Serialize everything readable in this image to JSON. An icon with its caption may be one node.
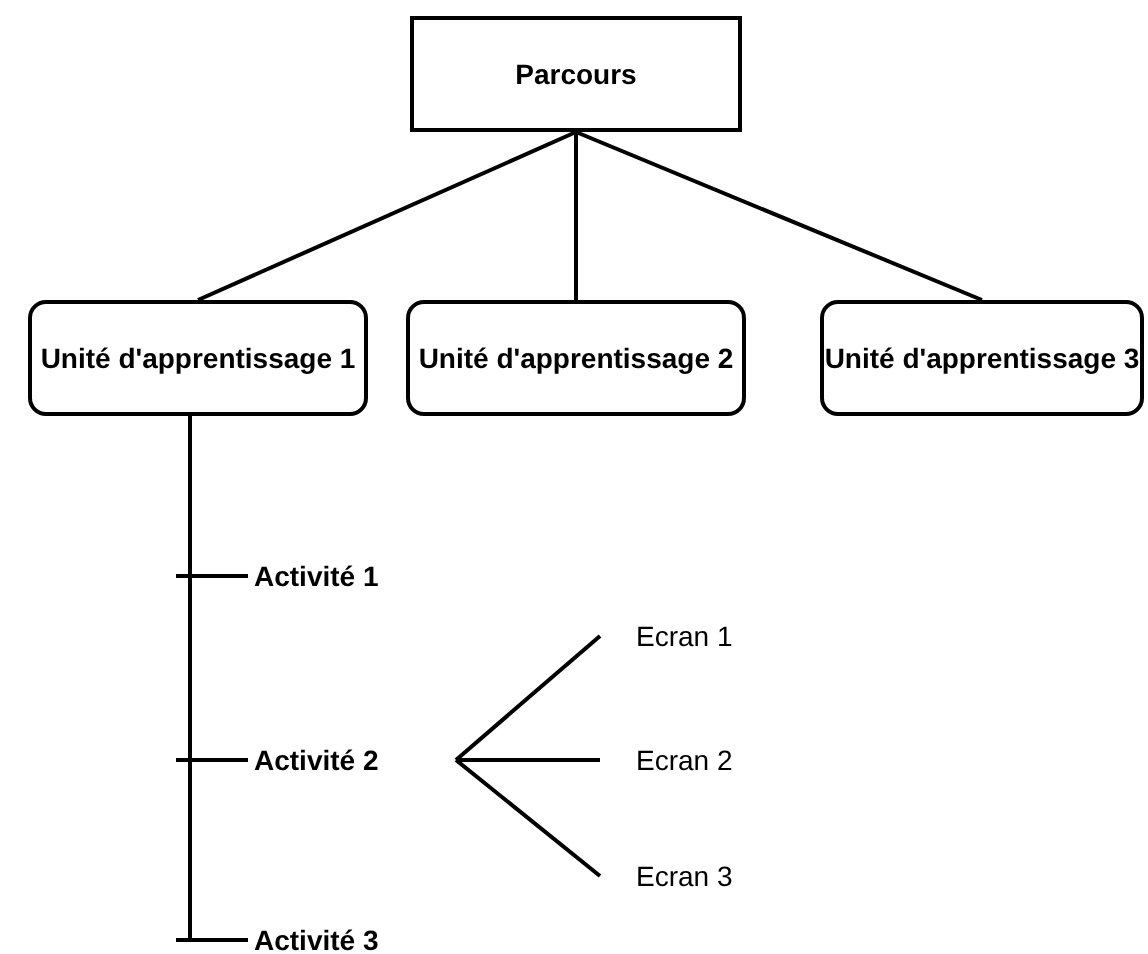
{
  "diagram": {
    "nodes": [
      {
        "text": [
          "Parcours"
        ]
      },
      {
        "text": [
          "Unité d'apprentissage 1"
        ]
      },
      {
        "text": [
          "Unité d'apprentissage 2"
        ]
      },
      {
        "text": [
          "Unité d'apprentissage 3"
        ]
      },
      {
        "text": [
          "Activité 1"
        ]
      },
      {
        "text": [
          "Activité 2"
        ]
      },
      {
        "text": [
          "Activité 3"
        ]
      },
      {
        "text": [
          "Ecran 1"
        ]
      },
      {
        "text": [
          "Ecran 2"
        ]
      },
      {
        "text": [
          "Ecran 3"
        ]
      }
    ],
    "edges": [
      {
        "from": 0,
        "to": 1,
        "arrow": "none"
      },
      {
        "from": 0,
        "to": 2,
        "arrow": "none"
      },
      {
        "from": 0,
        "to": 3,
        "arrow": "none"
      },
      {
        "from": 1,
        "to": 4,
        "arrow": "none"
      },
      {
        "from": 1,
        "to": 5,
        "arrow": "none"
      },
      {
        "from": 1,
        "to": 6,
        "arrow": "none"
      },
      {
        "from": 5,
        "to": 7,
        "arrow": "none"
      },
      {
        "from": 5,
        "to": 8,
        "arrow": "none"
      },
      {
        "from": 5,
        "to": 9,
        "arrow": "none"
      }
    ]
  }
}
